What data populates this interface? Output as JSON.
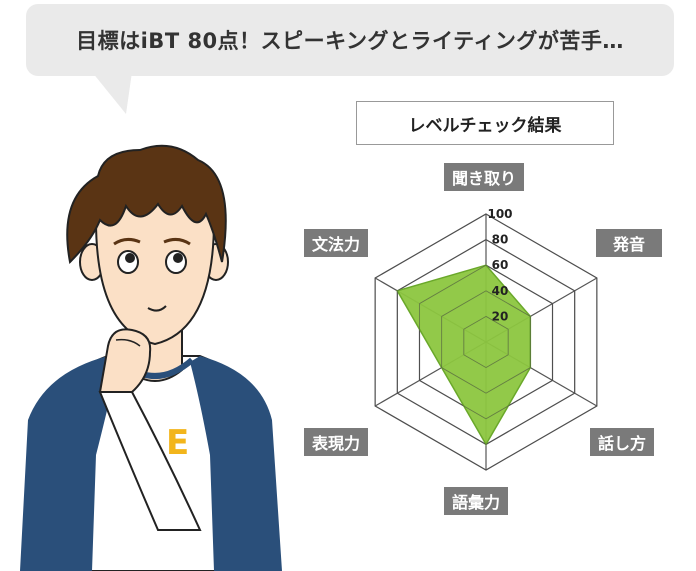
{
  "bubble": {
    "text": "目標はiBT 80点！スピーキングとライティングが苦手…"
  },
  "chart_data": {
    "type": "radar",
    "title": "レベルチェック結果",
    "axes": [
      "聞き取り",
      "発音",
      "話し方",
      "語彙力",
      "表現力",
      "文法力"
    ],
    "ticks": [
      "20",
      "40",
      "60",
      "80",
      "100"
    ],
    "range": [
      0,
      100
    ],
    "series": [
      {
        "values": [
          60,
          40,
          40,
          80,
          40,
          80
        ],
        "color": "#8cc63f"
      }
    ],
    "grid_color": "#555555"
  },
  "person": {
    "shirt_letter": "E",
    "letter_color": "#f2b51c",
    "sleeve_color": "#2a4f7a",
    "hair_color": "#5a3414"
  }
}
